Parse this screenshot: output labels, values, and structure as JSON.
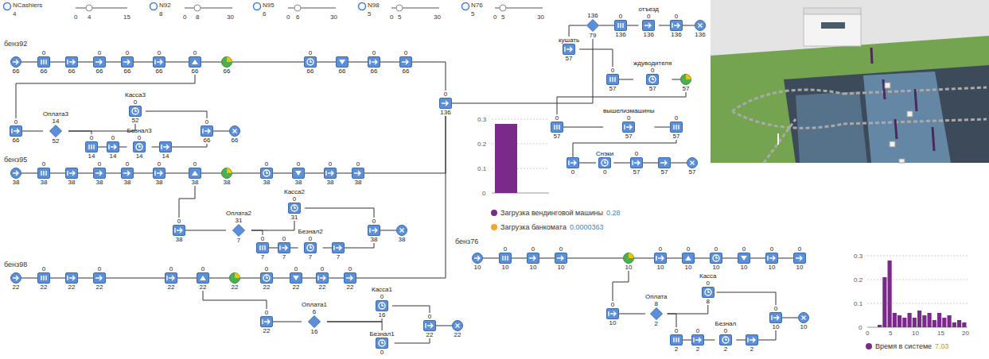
{
  "diagram": {
    "nodes": [
      {
        "text": [
          "66"
        ]
      },
      {
        "text": [
          "0",
          "66"
        ]
      },
      {
        "text": [
          "66"
        ]
      },
      {
        "text": [
          "0",
          "66"
        ]
      },
      {
        "text": [
          "0",
          "66"
        ]
      },
      {
        "text": [
          "0",
          "66"
        ]
      },
      {
        "text": [
          "0",
          "66"
        ]
      },
      {
        "text": [
          "66"
        ]
      },
      {
        "text": [
          "0",
          "66"
        ]
      },
      {
        "text": [
          "66"
        ]
      },
      {
        "text": [
          "0",
          "66"
        ]
      },
      {
        "text": [
          "0",
          "66"
        ]
      },
      {
        "text": [
          "0",
          "136"
        ]
      },
      {
        "text": [
          "0",
          "66"
        ]
      },
      {
        "text": [
          "Оплата3",
          "14",
          "52"
        ]
      },
      {
        "text": [
          "Касса3",
          "0",
          "52"
        ]
      },
      {
        "text": [
          "0",
          "14"
        ]
      },
      {
        "text": [
          "0",
          "14"
        ]
      },
      {
        "text": [
          "Безнал3",
          "0",
          "14"
        ]
      },
      {
        "text": [
          "14"
        ]
      },
      {
        "text": [
          "0",
          "66"
        ]
      },
      {
        "text": [
          "66"
        ]
      },
      {
        "text": [
          "38"
        ]
      },
      {
        "text": [
          "0",
          "38"
        ]
      },
      {
        "text": [
          "38"
        ]
      },
      {
        "text": [
          "0",
          "38"
        ]
      },
      {
        "text": [
          "0",
          "38"
        ]
      },
      {
        "text": [
          "0",
          "38"
        ]
      },
      {
        "text": [
          "0",
          "38"
        ]
      },
      {
        "text": [
          "38"
        ]
      },
      {
        "text": [
          "0",
          "38"
        ]
      },
      {
        "text": [
          "0",
          "38"
        ]
      },
      {
        "text": [
          "0",
          "38"
        ]
      },
      {
        "text": [
          "0",
          "38"
        ]
      },
      {
        "text": [
          "0",
          "38"
        ]
      },
      {
        "text": [
          "Оплата2",
          "31",
          "7"
        ]
      },
      {
        "text": [
          "Касса2",
          "0",
          "31"
        ]
      },
      {
        "text": [
          "0",
          "7"
        ]
      },
      {
        "text": [
          "0",
          "7"
        ]
      },
      {
        "text": [
          "Безнал2",
          "0",
          "7"
        ]
      },
      {
        "text": [
          "7"
        ]
      },
      {
        "text": [
          "0",
          "38"
        ]
      },
      {
        "text": [
          "38"
        ]
      },
      {
        "text": [
          "22"
        ]
      },
      {
        "text": [
          "0",
          "22"
        ]
      },
      {
        "text": [
          "22"
        ]
      },
      {
        "text": [
          "0",
          "22"
        ]
      },
      {
        "text": [
          "0",
          "22"
        ]
      },
      {
        "text": [
          "0",
          "22"
        ]
      },
      {
        "text": [
          "22"
        ]
      },
      {
        "text": [
          "0",
          "22"
        ]
      },
      {
        "text": [
          "0",
          "22"
        ]
      },
      {
        "text": [
          "0",
          "22"
        ]
      },
      {
        "text": [
          "0",
          "22"
        ]
      },
      {
        "text": [
          "0",
          "22"
        ]
      },
      {
        "text": [
          "Оплата1",
          "6",
          "16"
        ]
      },
      {
        "text": [
          "Касса1",
          "0",
          "16"
        ]
      },
      {
        "text": [
          "Безнал1",
          "0"
        ]
      },
      {
        "text": [
          "0",
          "22"
        ]
      },
      {
        "text": [
          "22"
        ]
      },
      {
        "text": [
          "10"
        ]
      },
      {
        "text": [
          "0",
          "10"
        ]
      },
      {
        "text": [
          "0",
          "10"
        ]
      },
      {
        "text": [
          "0",
          "10"
        ]
      },
      {
        "text": [
          "10"
        ]
      },
      {
        "text": [
          "0",
          "10"
        ]
      },
      {
        "text": [
          "0",
          "10"
        ]
      },
      {
        "text": [
          "0",
          "10"
        ]
      },
      {
        "text": [
          "0",
          "10"
        ]
      },
      {
        "text": [
          "0",
          "10"
        ]
      },
      {
        "text": [
          "0",
          "10"
        ]
      },
      {
        "text": [
          "0",
          "10"
        ]
      },
      {
        "text": [
          "Оплата",
          "8",
          "2"
        ]
      },
      {
        "text": [
          "Касса",
          "0",
          "8"
        ]
      },
      {
        "text": [
          "0",
          "2"
        ]
      },
      {
        "text": [
          "0",
          "2"
        ]
      },
      {
        "text": [
          "Безнал",
          "0",
          "2"
        ]
      },
      {
        "text": [
          "2"
        ]
      },
      {
        "text": [
          "0",
          "10"
        ]
      },
      {
        "text": [
          "10"
        ]
      },
      {
        "text": [
          "136",
          "79"
        ]
      },
      {
        "text": [
          "0",
          "136"
        ]
      },
      {
        "text": [
          "отъезд",
          "0",
          "136"
        ]
      },
      {
        "text": [
          "0",
          "136"
        ]
      },
      {
        "text": [
          "136"
        ]
      },
      {
        "text": [
          "кушать",
          "57"
        ]
      },
      {
        "text": [
          "0",
          "57"
        ]
      },
      {
        "text": [
          "ждуводителя",
          "0",
          "57"
        ]
      },
      {
        "text": [
          "57"
        ]
      },
      {
        "text": [
          "0",
          "57"
        ]
      },
      {
        "text": [
          "вышелизмашины",
          "0",
          "57"
        ]
      },
      {
        "text": [
          "0",
          "57"
        ]
      },
      {
        "text": [
          "0"
        ]
      },
      {
        "text": [
          "Снэки",
          "0"
        ]
      },
      {
        "text": [
          "0",
          "57"
        ]
      },
      {
        "text": [
          "57"
        ]
      },
      {
        "text": [
          "57"
        ]
      }
    ],
    "edges": [
      {
        "from": 0,
        "to": 1,
        "arrow": "none"
      },
      {
        "from": 1,
        "to": 2,
        "arrow": "none"
      },
      {
        "from": 2,
        "to": 3,
        "arrow": "none"
      },
      {
        "from": 3,
        "to": 4,
        "arrow": "none"
      },
      {
        "from": 4,
        "to": 5,
        "arrow": "none"
      },
      {
        "from": 5,
        "to": 6,
        "arrow": "none"
      },
      {
        "from": 6,
        "to": 7,
        "arrow": "none"
      },
      {
        "from": 7,
        "to": 8,
        "arrow": "none"
      },
      {
        "from": 8,
        "to": 9,
        "arrow": "none"
      },
      {
        "from": 9,
        "to": 10,
        "arrow": "none"
      },
      {
        "from": 10,
        "to": 11,
        "arrow": "none"
      },
      {
        "from": 11,
        "to": 12,
        "arrow": "none"
      },
      {
        "from": 6,
        "to": 13,
        "arrow": "none"
      },
      {
        "from": 13,
        "to": 14,
        "arrow": "none"
      },
      {
        "from": 14,
        "to": 15,
        "arrow": "none"
      },
      {
        "from": 14,
        "to": 16,
        "arrow": "none"
      },
      {
        "from": 16,
        "to": 17,
        "arrow": "none"
      },
      {
        "from": 17,
        "to": 18,
        "arrow": "none"
      },
      {
        "from": 18,
        "to": 19,
        "arrow": "none"
      },
      {
        "from": 15,
        "to": 20,
        "arrow": "none"
      },
      {
        "from": 19,
        "to": 20,
        "arrow": "none"
      },
      {
        "from": 20,
        "to": 21,
        "arrow": "none"
      },
      {
        "from": 22,
        "to": 23,
        "arrow": "none"
      },
      {
        "from": 23,
        "to": 24,
        "arrow": "none"
      },
      {
        "from": 24,
        "to": 25,
        "arrow": "none"
      },
      {
        "from": 25,
        "to": 26,
        "arrow": "none"
      },
      {
        "from": 26,
        "to": 27,
        "arrow": "none"
      },
      {
        "from": 27,
        "to": 28,
        "arrow": "none"
      },
      {
        "from": 28,
        "to": 29,
        "arrow": "none"
      },
      {
        "from": 29,
        "to": 30,
        "arrow": "none"
      },
      {
        "from": 30,
        "to": 31,
        "arrow": "none"
      },
      {
        "from": 31,
        "to": 32,
        "arrow": "none"
      },
      {
        "from": 32,
        "to": 33,
        "arrow": "none"
      },
      {
        "from": 33,
        "to": 12,
        "arrow": "none"
      },
      {
        "from": 28,
        "to": 34,
        "arrow": "none"
      },
      {
        "from": 34,
        "to": 35,
        "arrow": "none"
      },
      {
        "from": 35,
        "to": 36,
        "arrow": "none"
      },
      {
        "from": 35,
        "to": 37,
        "arrow": "none"
      },
      {
        "from": 37,
        "to": 38,
        "arrow": "none"
      },
      {
        "from": 38,
        "to": 39,
        "arrow": "none"
      },
      {
        "from": 39,
        "to": 40,
        "arrow": "none"
      },
      {
        "from": 36,
        "to": 41,
        "arrow": "none"
      },
      {
        "from": 40,
        "to": 41,
        "arrow": "none"
      },
      {
        "from": 41,
        "to": 42,
        "arrow": "none"
      },
      {
        "from": 43,
        "to": 44,
        "arrow": "none"
      },
      {
        "from": 44,
        "to": 45,
        "arrow": "none"
      },
      {
        "from": 45,
        "to": 46,
        "arrow": "none"
      },
      {
        "from": 46,
        "to": 47,
        "arrow": "none"
      },
      {
        "from": 47,
        "to": 48,
        "arrow": "none"
      },
      {
        "from": 48,
        "to": 49,
        "arrow": "none"
      },
      {
        "from": 49,
        "to": 50,
        "arrow": "none"
      },
      {
        "from": 50,
        "to": 51,
        "arrow": "none"
      },
      {
        "from": 51,
        "to": 52,
        "arrow": "none"
      },
      {
        "from": 52,
        "to": 53,
        "arrow": "none"
      },
      {
        "from": 53,
        "to": 12,
        "arrow": "none"
      },
      {
        "from": 48,
        "to": 54,
        "arrow": "none"
      },
      {
        "from": 54,
        "to": 55,
        "arrow": "none"
      },
      {
        "from": 55,
        "to": 56,
        "arrow": "none"
      },
      {
        "from": 55,
        "to": 57,
        "arrow": "none"
      },
      {
        "from": 56,
        "to": 58,
        "arrow": "none"
      },
      {
        "from": 57,
        "to": 58,
        "arrow": "none"
      },
      {
        "from": 58,
        "to": 59,
        "arrow": "none"
      },
      {
        "from": 60,
        "to": 61,
        "arrow": "none"
      },
      {
        "from": 61,
        "to": 62,
        "arrow": "none"
      },
      {
        "from": 62,
        "to": 63,
        "arrow": "none"
      },
      {
        "from": 63,
        "to": 64,
        "arrow": "none"
      },
      {
        "from": 64,
        "to": 65,
        "arrow": "none"
      },
      {
        "from": 65,
        "to": 66,
        "arrow": "none"
      },
      {
        "from": 66,
        "to": 67,
        "arrow": "none"
      },
      {
        "from": 67,
        "to": 68,
        "arrow": "none"
      },
      {
        "from": 68,
        "to": 69,
        "arrow": "none"
      },
      {
        "from": 69,
        "to": 70,
        "arrow": "none"
      },
      {
        "from": 64,
        "to": 71,
        "arrow": "none"
      },
      {
        "from": 71,
        "to": 72,
        "arrow": "none"
      },
      {
        "from": 72,
        "to": 73,
        "arrow": "none"
      },
      {
        "from": 72,
        "to": 74,
        "arrow": "none"
      },
      {
        "from": 74,
        "to": 75,
        "arrow": "none"
      },
      {
        "from": 75,
        "to": 76,
        "arrow": "none"
      },
      {
        "from": 76,
        "to": 77,
        "arrow": "none"
      },
      {
        "from": 73,
        "to": 78,
        "arrow": "none"
      },
      {
        "from": 77,
        "to": 78,
        "arrow": "none"
      },
      {
        "from": 78,
        "to": 79,
        "arrow": "none"
      },
      {
        "from": 12,
        "to": 80,
        "arrow": "none"
      },
      {
        "from": 80,
        "to": 81,
        "arrow": "none"
      },
      {
        "from": 81,
        "to": 82,
        "arrow": "none"
      },
      {
        "from": 82,
        "to": 83,
        "arrow": "none"
      },
      {
        "from": 83,
        "to": 84,
        "arrow": "none"
      },
      {
        "from": 80,
        "to": 85,
        "arrow": "none"
      },
      {
        "from": 85,
        "to": 86,
        "arrow": "none"
      },
      {
        "from": 86,
        "to": 87,
        "arrow": "none"
      },
      {
        "from": 87,
        "to": 88,
        "arrow": "none"
      },
      {
        "from": 88,
        "to": 89,
        "arrow": "none"
      },
      {
        "from": 89,
        "to": 90,
        "arrow": "none"
      },
      {
        "from": 90,
        "to": 91,
        "arrow": "none"
      },
      {
        "from": 91,
        "to": 92,
        "arrow": "none"
      },
      {
        "from": 92,
        "to": 93,
        "arrow": "none"
      },
      {
        "from": 93,
        "to": 94,
        "arrow": "none"
      },
      {
        "from": 94,
        "to": 95,
        "arrow": "none"
      },
      {
        "from": 95,
        "to": 96,
        "arrow": "none"
      }
    ],
    "labels": [
      "NCashiers",
      "4",
      "0",
      "4",
      "15",
      "N92",
      "8",
      "0",
      "8",
      "30",
      "N95",
      "6",
      "0",
      "6",
      "30",
      "N98",
      "5",
      "0",
      "5",
      "30",
      "N76",
      "5",
      "0",
      "5",
      "30",
      "бенз92",
      "бенз95",
      "бенз98",
      "бенз76",
      "0.3",
      "0.2",
      "0.1",
      "0",
      "0.28",
      "0.0000363",
      "0.3",
      "0.2",
      "0.1",
      "0",
      "0",
      "5",
      "10",
      "15",
      "20",
      "7.03"
    ],
    "legend": [
      {
        "text": "Загрузка вендинговой машины",
        "color": "#7b2a8c"
      },
      {
        "text": "Загрузка банкомата",
        "color": "#f5a623"
      },
      {
        "text": "Время в системе",
        "color": "#7b2a8c"
      }
    ]
  }
}
